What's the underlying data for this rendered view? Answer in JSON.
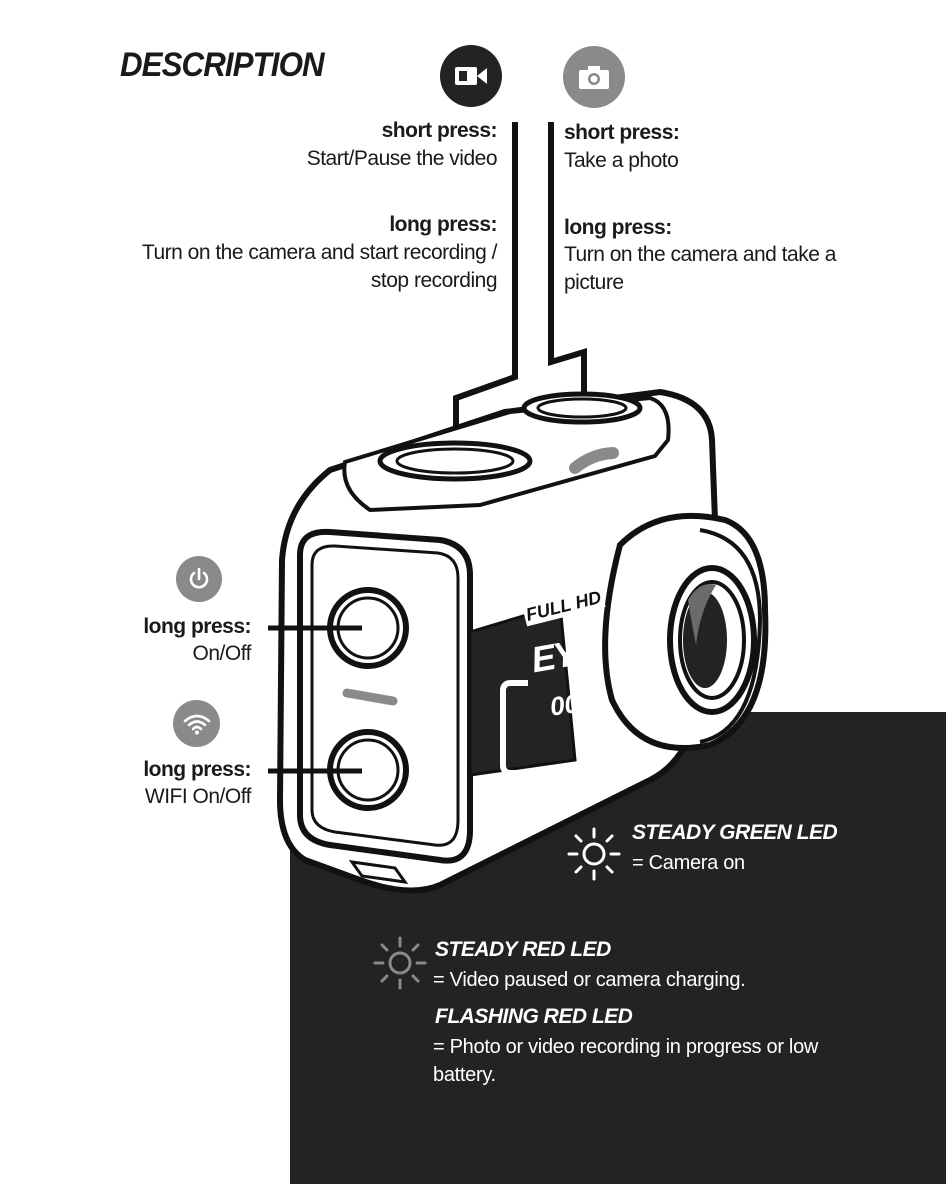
{
  "title": "DESCRIPTION",
  "video_button": {
    "icon": "video-camera-icon",
    "color": "#232323",
    "short_label": "short press:",
    "short_text": "Start/Pause the video",
    "long_label": "long press:",
    "long_text_1": "Turn on the camera and start recording /",
    "long_text_2": "stop recording"
  },
  "photo_button": {
    "icon": "photo-camera-icon",
    "color": "#8a8a8a",
    "short_label": "short press:",
    "short_text": "Take a photo",
    "long_label": "long press:",
    "long_text_1": "Turn on the camera and take a",
    "long_text_2": "picture"
  },
  "power_button": {
    "icon": "power-icon",
    "color": "#8a8a8a",
    "label": "long press:",
    "text": "On/Off"
  },
  "wifi_button": {
    "icon": "wifi-icon",
    "color": "#8a8a8a",
    "label": "long press:",
    "text": "WIFI On/Off"
  },
  "camera_brand": {
    "line1": "FULL HD",
    "line2": "EYE",
    "line3": "00"
  },
  "leds": {
    "green_title": "STEADY GREEN LED",
    "green_text": "= Camera on",
    "red_title": "STEADY RED LED",
    "red_text": "= Video paused or camera charging.",
    "flash_title": "FLASHING RED LED",
    "flash_text_1": "= Photo or video recording in progress or low",
    "flash_text_2": "battery."
  },
  "colors": {
    "dark": "#232323",
    "gray": "#8a8a8a"
  }
}
